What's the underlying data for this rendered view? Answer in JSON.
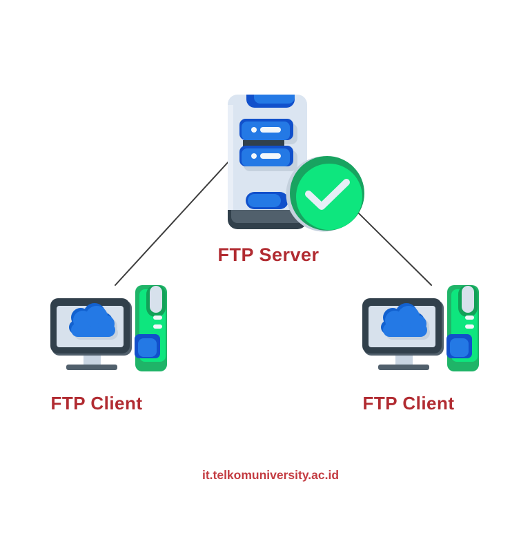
{
  "diagram": {
    "server": {
      "label": "FTP Server"
    },
    "client_left": {
      "label": "FTP Client"
    },
    "client_right": {
      "label": "FTP Client"
    },
    "footer": {
      "url": "it.telkomuniversity.ac.id"
    }
  },
  "colors": {
    "background": "#ffffff",
    "label-red": "#b12b31",
    "url-red": "#c33b41",
    "line": "#3d3d3d",
    "green-bright": "#0ee67e",
    "green-mid": "#1fb468",
    "green-deep": "#12a158",
    "green-rim": "#18a360",
    "blue-dark": "#1150cb",
    "blue-light": "#2479e5",
    "blue-cloud": "#1261cf",
    "body-light": "#dbe5f1",
    "body-hilite": "#e9eff7",
    "slate-dark": "#31404b",
    "slate-mid": "#51606c",
    "screen": "#d7e1ec",
    "neck": "#c9d5e2",
    "white-detail": "#f3f7fb",
    "shadow": "#c5d1de",
    "check": "#e6eff6"
  }
}
